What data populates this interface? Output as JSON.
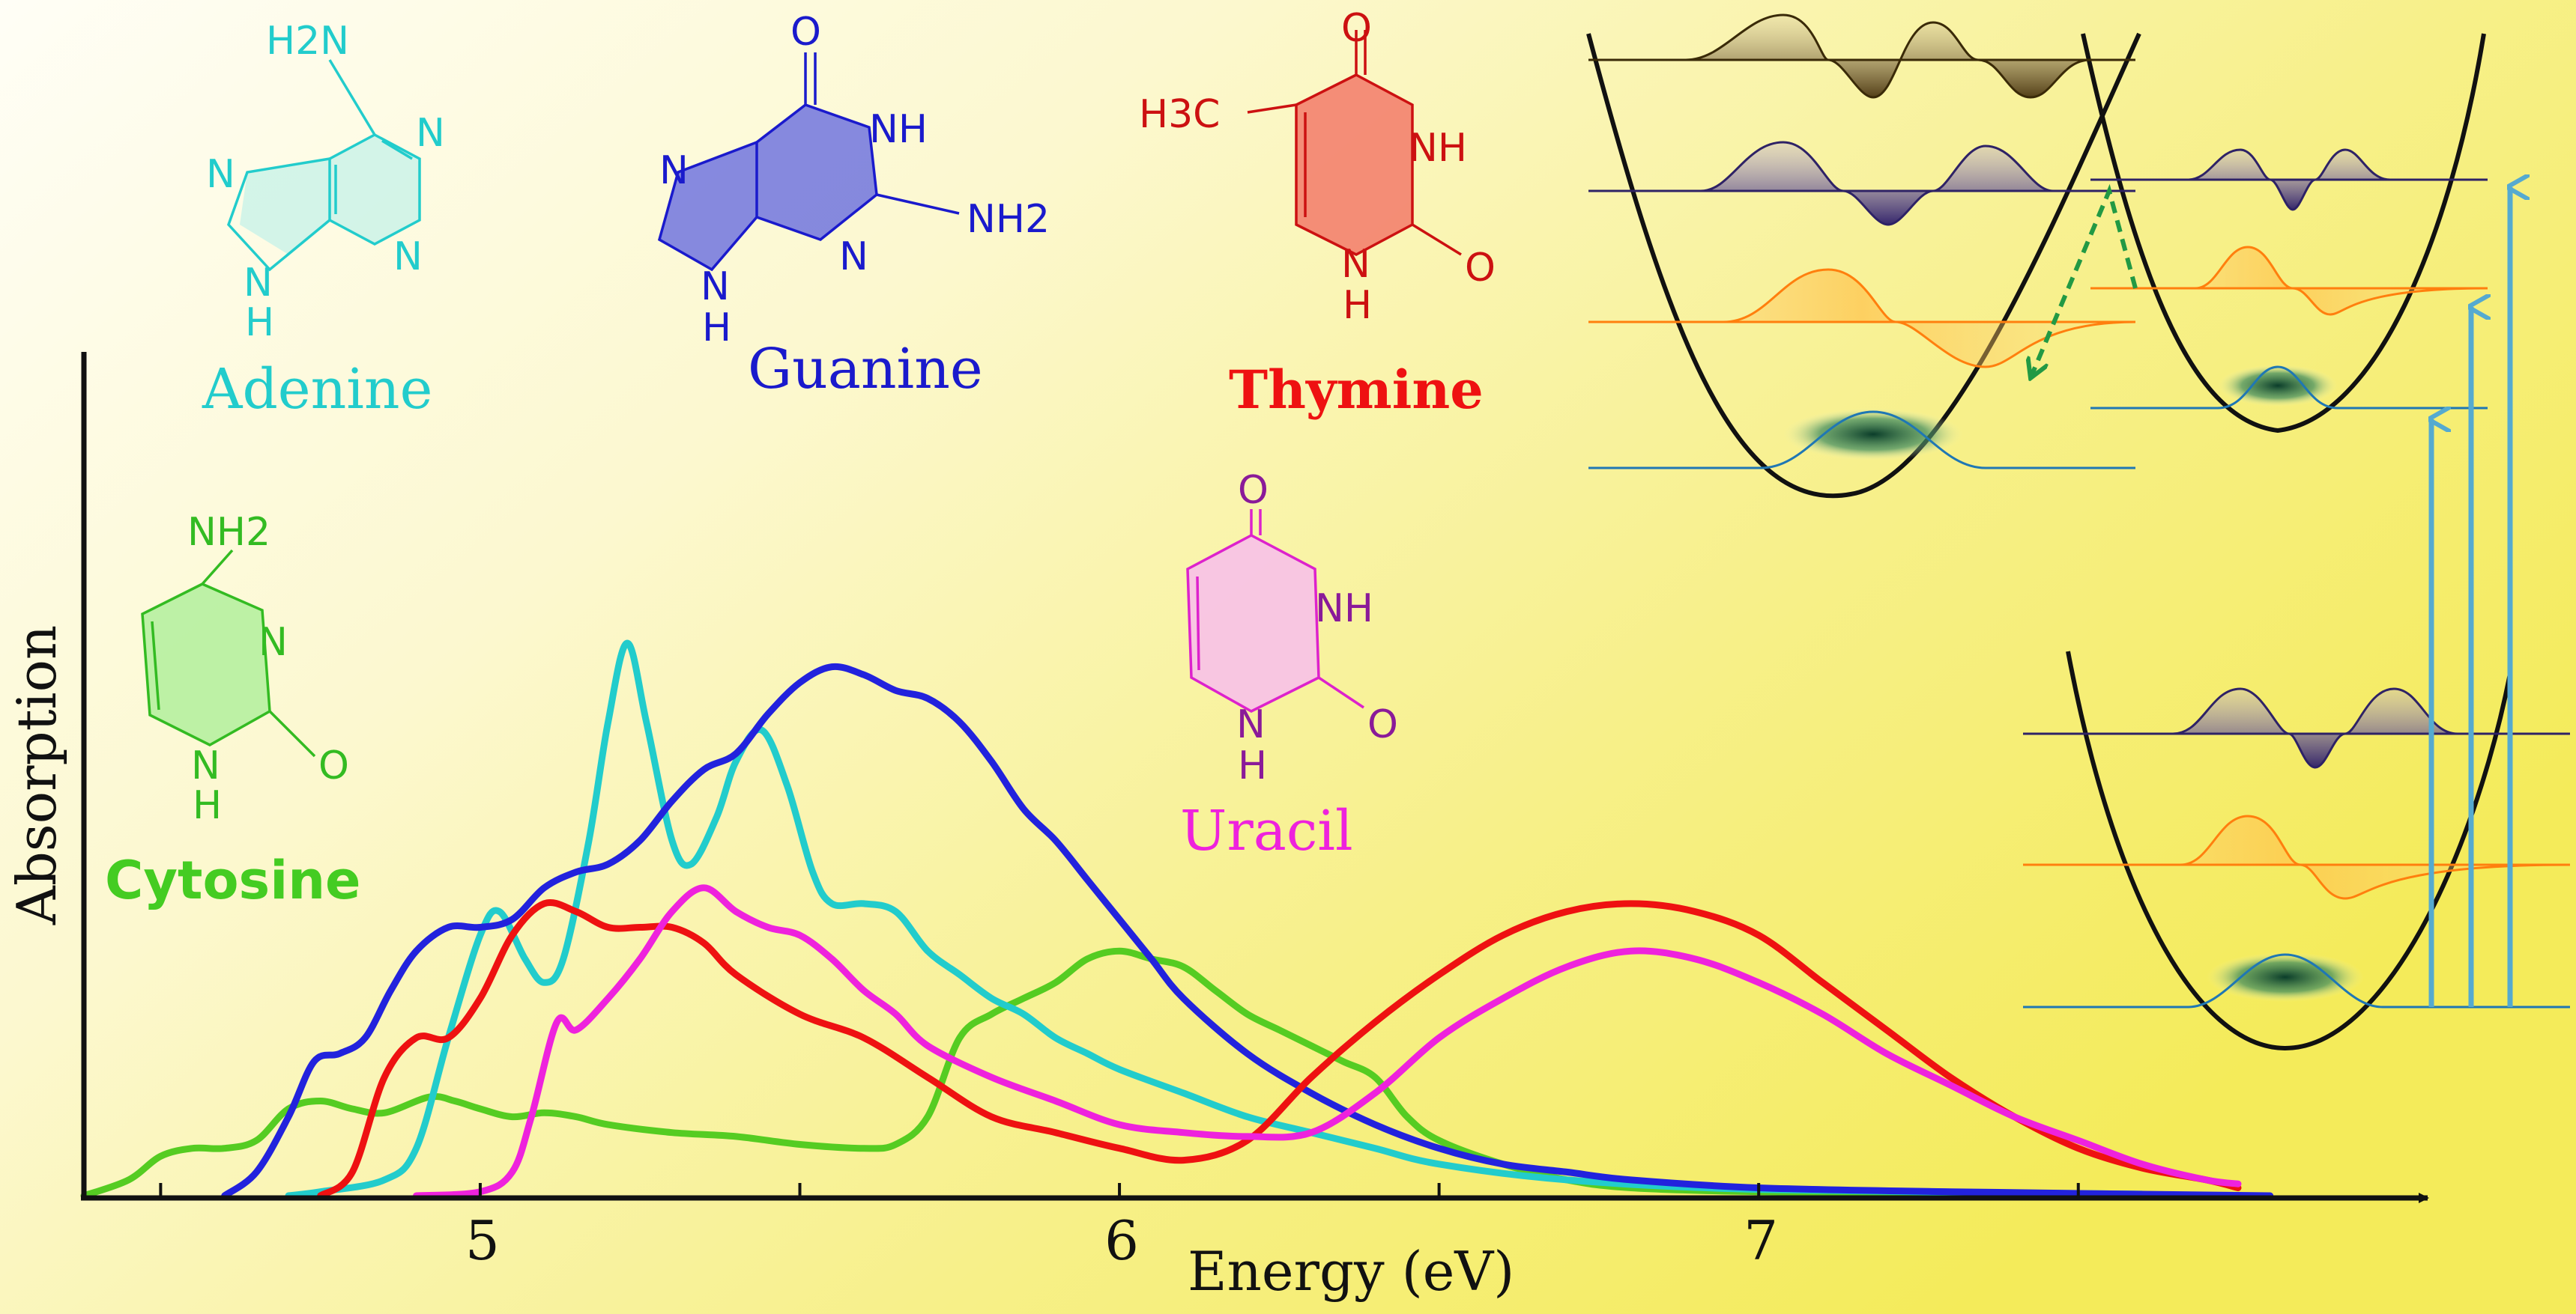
{
  "chart_data": {
    "type": "line",
    "xlabel": "Energy (eV)",
    "ylabel": "Absorption",
    "xlim": [
      4.38,
      7.9
    ],
    "ylim": [
      0,
      1.05
    ],
    "x_ticks": [
      4.5,
      5,
      5.5,
      6,
      6.5,
      7,
      7.5
    ],
    "x_tick_labels": [
      "5",
      "6",
      "7"
    ],
    "x_tick_label_values": [
      5,
      6,
      7
    ],
    "series": [
      {
        "name": "Cytosine",
        "color": "#55cc22",
        "points": [
          [
            4.38,
            0.0
          ],
          [
            4.45,
            0.02
          ],
          [
            4.5,
            0.05
          ],
          [
            4.55,
            0.06
          ],
          [
            4.6,
            0.06
          ],
          [
            4.65,
            0.07
          ],
          [
            4.7,
            0.11
          ],
          [
            4.75,
            0.12
          ],
          [
            4.8,
            0.11
          ],
          [
            4.85,
            0.105
          ],
          [
            4.92,
            0.125
          ],
          [
            4.96,
            0.12
          ],
          [
            5.0,
            0.11
          ],
          [
            5.05,
            0.1
          ],
          [
            5.1,
            0.105
          ],
          [
            5.15,
            0.1
          ],
          [
            5.2,
            0.09
          ],
          [
            5.3,
            0.08
          ],
          [
            5.4,
            0.075
          ],
          [
            5.5,
            0.065
          ],
          [
            5.6,
            0.06
          ],
          [
            5.65,
            0.065
          ],
          [
            5.7,
            0.1
          ],
          [
            5.75,
            0.2
          ],
          [
            5.8,
            0.23
          ],
          [
            5.85,
            0.25
          ],
          [
            5.9,
            0.27
          ],
          [
            5.95,
            0.3
          ],
          [
            6.0,
            0.31
          ],
          [
            6.05,
            0.3
          ],
          [
            6.1,
            0.29
          ],
          [
            6.15,
            0.26
          ],
          [
            6.2,
            0.23
          ],
          [
            6.25,
            0.21
          ],
          [
            6.3,
            0.19
          ],
          [
            6.35,
            0.17
          ],
          [
            6.4,
            0.15
          ],
          [
            6.45,
            0.1
          ],
          [
            6.5,
            0.07
          ],
          [
            6.6,
            0.04
          ],
          [
            6.7,
            0.02
          ],
          [
            6.8,
            0.01
          ],
          [
            7.0,
            0.005
          ],
          [
            7.4,
            0.002
          ],
          [
            7.7,
            0.0
          ]
        ]
      },
      {
        "name": "Adenine",
        "color": "#22cccc",
        "points": [
          [
            4.7,
            0.0
          ],
          [
            4.75,
            0.005
          ],
          [
            4.85,
            0.02
          ],
          [
            4.9,
            0.06
          ],
          [
            4.95,
            0.2
          ],
          [
            5.0,
            0.33
          ],
          [
            5.03,
            0.36
          ],
          [
            5.07,
            0.3
          ],
          [
            5.1,
            0.27
          ],
          [
            5.13,
            0.3
          ],
          [
            5.17,
            0.45
          ],
          [
            5.2,
            0.6
          ],
          [
            5.23,
            0.7
          ],
          [
            5.26,
            0.6
          ],
          [
            5.3,
            0.45
          ],
          [
            5.33,
            0.42
          ],
          [
            5.37,
            0.48
          ],
          [
            5.4,
            0.55
          ],
          [
            5.44,
            0.59
          ],
          [
            5.48,
            0.52
          ],
          [
            5.52,
            0.41
          ],
          [
            5.55,
            0.37
          ],
          [
            5.6,
            0.37
          ],
          [
            5.65,
            0.36
          ],
          [
            5.7,
            0.31
          ],
          [
            5.75,
            0.28
          ],
          [
            5.8,
            0.25
          ],
          [
            5.85,
            0.23
          ],
          [
            5.9,
            0.2
          ],
          [
            5.95,
            0.18
          ],
          [
            6.0,
            0.16
          ],
          [
            6.1,
            0.13
          ],
          [
            6.2,
            0.1
          ],
          [
            6.3,
            0.08
          ],
          [
            6.4,
            0.06
          ],
          [
            6.5,
            0.04
          ],
          [
            6.7,
            0.02
          ],
          [
            7.0,
            0.008
          ],
          [
            7.6,
            0.002
          ]
        ]
      },
      {
        "name": "Guanine",
        "color": "#2222dd",
        "points": [
          [
            4.6,
            0.0
          ],
          [
            4.65,
            0.03
          ],
          [
            4.7,
            0.1
          ],
          [
            4.74,
            0.17
          ],
          [
            4.78,
            0.18
          ],
          [
            4.82,
            0.2
          ],
          [
            4.86,
            0.26
          ],
          [
            4.9,
            0.31
          ],
          [
            4.95,
            0.34
          ],
          [
            5.0,
            0.34
          ],
          [
            5.05,
            0.35
          ],
          [
            5.1,
            0.39
          ],
          [
            5.15,
            0.41
          ],
          [
            5.2,
            0.42
          ],
          [
            5.25,
            0.45
          ],
          [
            5.3,
            0.5
          ],
          [
            5.35,
            0.54
          ],
          [
            5.4,
            0.56
          ],
          [
            5.45,
            0.61
          ],
          [
            5.5,
            0.65
          ],
          [
            5.55,
            0.67
          ],
          [
            5.6,
            0.66
          ],
          [
            5.65,
            0.64
          ],
          [
            5.7,
            0.63
          ],
          [
            5.75,
            0.6
          ],
          [
            5.8,
            0.55
          ],
          [
            5.85,
            0.49
          ],
          [
            5.9,
            0.45
          ],
          [
            5.95,
            0.4
          ],
          [
            6.0,
            0.35
          ],
          [
            6.05,
            0.3
          ],
          [
            6.1,
            0.25
          ],
          [
            6.2,
            0.18
          ],
          [
            6.3,
            0.13
          ],
          [
            6.4,
            0.09
          ],
          [
            6.5,
            0.06
          ],
          [
            6.6,
            0.04
          ],
          [
            6.7,
            0.03
          ],
          [
            6.8,
            0.02
          ],
          [
            7.0,
            0.01
          ],
          [
            7.3,
            0.005
          ],
          [
            7.8,
            0.0
          ]
        ]
      },
      {
        "name": "Thymine",
        "color": "#ee1111",
        "points": [
          [
            4.75,
            0.0
          ],
          [
            4.8,
            0.03
          ],
          [
            4.85,
            0.15
          ],
          [
            4.9,
            0.2
          ],
          [
            4.95,
            0.2
          ],
          [
            5.0,
            0.25
          ],
          [
            5.05,
            0.33
          ],
          [
            5.1,
            0.37
          ],
          [
            5.15,
            0.36
          ],
          [
            5.2,
            0.34
          ],
          [
            5.25,
            0.34
          ],
          [
            5.3,
            0.34
          ],
          [
            5.35,
            0.32
          ],
          [
            5.4,
            0.28
          ],
          [
            5.5,
            0.23
          ],
          [
            5.6,
            0.2
          ],
          [
            5.7,
            0.15
          ],
          [
            5.8,
            0.1
          ],
          [
            5.9,
            0.08
          ],
          [
            6.0,
            0.06
          ],
          [
            6.1,
            0.045
          ],
          [
            6.2,
            0.07
          ],
          [
            6.3,
            0.15
          ],
          [
            6.4,
            0.22
          ],
          [
            6.5,
            0.28
          ],
          [
            6.6,
            0.33
          ],
          [
            6.7,
            0.36
          ],
          [
            6.8,
            0.37
          ],
          [
            6.9,
            0.36
          ],
          [
            7.0,
            0.33
          ],
          [
            7.1,
            0.27
          ],
          [
            7.2,
            0.21
          ],
          [
            7.3,
            0.15
          ],
          [
            7.4,
            0.1
          ],
          [
            7.5,
            0.06
          ],
          [
            7.6,
            0.035
          ],
          [
            7.7,
            0.02
          ],
          [
            7.75,
            0.01
          ]
        ]
      },
      {
        "name": "Uracil",
        "color": "#ee22dd",
        "points": [
          [
            4.9,
            0.0
          ],
          [
            5.0,
            0.005
          ],
          [
            5.05,
            0.03
          ],
          [
            5.08,
            0.1
          ],
          [
            5.12,
            0.22
          ],
          [
            5.15,
            0.21
          ],
          [
            5.2,
            0.25
          ],
          [
            5.25,
            0.3
          ],
          [
            5.3,
            0.36
          ],
          [
            5.35,
            0.39
          ],
          [
            5.4,
            0.36
          ],
          [
            5.45,
            0.34
          ],
          [
            5.5,
            0.33
          ],
          [
            5.55,
            0.3
          ],
          [
            5.6,
            0.26
          ],
          [
            5.65,
            0.23
          ],
          [
            5.7,
            0.19
          ],
          [
            5.8,
            0.15
          ],
          [
            5.9,
            0.12
          ],
          [
            6.0,
            0.09
          ],
          [
            6.1,
            0.08
          ],
          [
            6.2,
            0.075
          ],
          [
            6.3,
            0.08
          ],
          [
            6.4,
            0.13
          ],
          [
            6.5,
            0.2
          ],
          [
            6.6,
            0.25
          ],
          [
            6.7,
            0.29
          ],
          [
            6.8,
            0.31
          ],
          [
            6.9,
            0.3
          ],
          [
            7.0,
            0.27
          ],
          [
            7.1,
            0.23
          ],
          [
            7.2,
            0.18
          ],
          [
            7.3,
            0.14
          ],
          [
            7.4,
            0.1
          ],
          [
            7.5,
            0.07
          ],
          [
            7.6,
            0.04
          ],
          [
            7.7,
            0.02
          ],
          [
            7.75,
            0.015
          ]
        ]
      }
    ]
  },
  "molecules": {
    "adenine": {
      "name": "Adenine",
      "color": "#22cccc",
      "atoms": [
        "H2N",
        "N",
        "N",
        "N",
        "N",
        "H"
      ]
    },
    "guanine": {
      "name": "Guanine",
      "color": "#1a1acc",
      "atoms": [
        "O",
        "NH",
        "NH2",
        "N",
        "N",
        "N",
        "H"
      ]
    },
    "thymine": {
      "name": "Thymine",
      "color": "#ee1111",
      "atoms": [
        "H3C",
        "O",
        "NH",
        "O",
        "N",
        "H"
      ]
    },
    "cytosine": {
      "name": "Cytosine",
      "color": "#44cc22",
      "atoms": [
        "NH2",
        "N",
        "O",
        "N",
        "H"
      ]
    },
    "uracil": {
      "name": "Uracil",
      "color": "#ee22dd",
      "atoms": [
        "O",
        "NH",
        "O",
        "N",
        "H"
      ]
    }
  },
  "diagram": {
    "potential_color": "#111111",
    "level_colors": [
      "#1f77b4",
      "#ff7f0e",
      "#3d2b80",
      "#5a4420"
    ],
    "arrow_color": "#55aad0",
    "decay_arrow_color": "#229944"
  }
}
